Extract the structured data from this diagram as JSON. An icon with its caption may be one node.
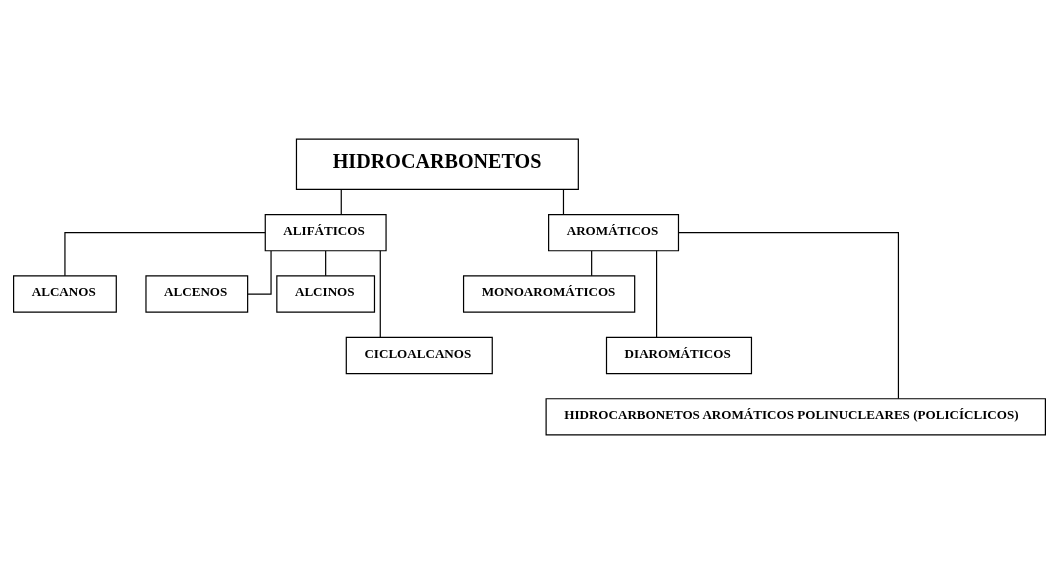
{
  "diagram": {
    "nodes": [
      {
        "text": [
          "HIDROCARBONETOS"
        ]
      },
      {
        "text": [
          "ALIFÁTICOS"
        ]
      },
      {
        "text": [
          "AROMÁTICOS"
        ]
      },
      {
        "text": [
          "ALCANOS"
        ]
      },
      {
        "text": [
          "ALCENOS"
        ]
      },
      {
        "text": [
          "ALCINOS"
        ]
      },
      {
        "text": [
          "MONOAROMÁTICOS"
        ]
      },
      {
        "text": [
          "DIAROMÁTICOS"
        ]
      },
      {
        "text": [
          "CICLOALCANOS"
        ]
      },
      {
        "text": [
          "HIDROCARBONETOS AROMÁTICOS POLINUCLEARES (POLICÍCLICOS)"
        ]
      }
    ],
    "edges": [
      {
        "from": 0,
        "to": 1,
        "arrow": "none"
      },
      {
        "from": 0,
        "to": 2,
        "arrow": "none"
      },
      {
        "from": 1,
        "to": 3,
        "arrow": "none"
      },
      {
        "from": 1,
        "to": 8,
        "arrow": "none"
      },
      {
        "from": 1,
        "to": 4,
        "arrow": "none"
      },
      {
        "from": 1,
        "to": 5,
        "arrow": "none"
      },
      {
        "from": 2,
        "to": 9,
        "arrow": "none"
      },
      {
        "from": 2,
        "to": 7,
        "arrow": "none"
      },
      {
        "from": 2,
        "to": 6,
        "arrow": "none"
      }
    ]
  }
}
